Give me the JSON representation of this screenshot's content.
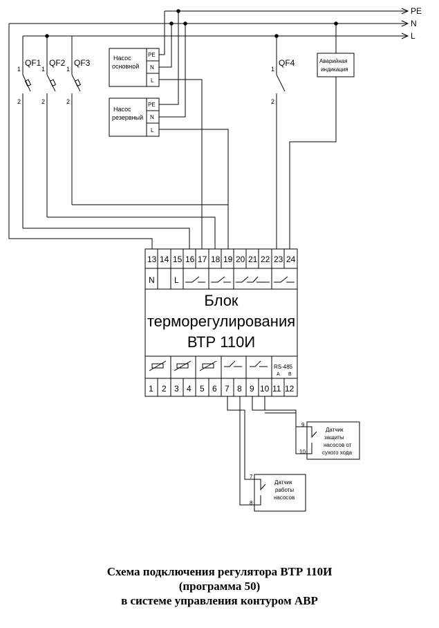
{
  "bus": {
    "pe": "PE",
    "n": "N",
    "l": "L"
  },
  "breakers": [
    {
      "name": "QF1",
      "in": "1",
      "out": "2"
    },
    {
      "name": "QF2",
      "in": "1",
      "out": "2"
    },
    {
      "name": "QF3",
      "in": "1",
      "out": "2"
    },
    {
      "name": "QF4",
      "in": "1",
      "out": "2"
    }
  ],
  "pumps": {
    "main": {
      "line1": "Насос",
      "line2": "основной",
      "pe": "PE",
      "n": "N",
      "l": "L"
    },
    "reserve": {
      "line1": "Насос",
      "line2": "резервный",
      "pe": "PE",
      "n": "N",
      "l": "L"
    }
  },
  "alarm": {
    "line1": "Аварийная",
    "line2": "индикация"
  },
  "block": {
    "title1": "Блок",
    "title2": "терморегулирования",
    "title3": "ВТР 110И",
    "top_terminals": [
      "13",
      "14",
      "15",
      "16",
      "17",
      "18",
      "19",
      "20",
      "21",
      "22",
      "23",
      "24"
    ],
    "top_func": {
      "n": "N",
      "l": "L"
    },
    "bottom_terminals": [
      "1",
      "2",
      "3",
      "4",
      "5",
      "6",
      "7",
      "8",
      "9",
      "10",
      "11",
      "12"
    ],
    "rs485": {
      "label": "RS-485",
      "a": "A",
      "b": "B"
    }
  },
  "sensor_dry": {
    "t_top": "9",
    "t_bot": "10",
    "line1": "Датчик",
    "line2": "защиты",
    "line3": "насосов от",
    "line4": "сухого хода"
  },
  "sensor_work": {
    "t_top": "7",
    "t_bot": "8",
    "line1": "Датчик",
    "line2": "работы",
    "line3": "насосов"
  },
  "caption": {
    "line1": "Схема подключения регулятора ВТР 110И",
    "line2": "(программа 50)",
    "line3": "в системе управления контуром АВР"
  }
}
